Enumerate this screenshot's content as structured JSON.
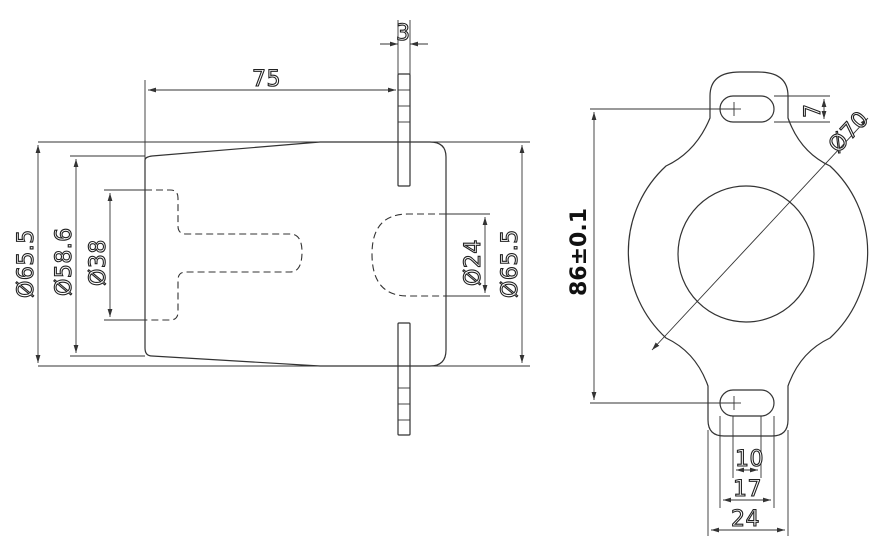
{
  "left_view": {
    "dims": {
      "thickness": "3",
      "length": "75",
      "outer_dia_left": "Ø65.5",
      "mid_dia": "Ø58.6",
      "inner_dia": "Ø38",
      "hole_dia": "Ø24",
      "outer_dia_right": "Ø65.5"
    }
  },
  "right_view": {
    "dims": {
      "center_distance": "86±0.1",
      "slot_height": "7",
      "ring_dia": "Ø70",
      "slot_inner": "10",
      "slot_outer": "17",
      "tab_width": "24"
    }
  }
}
